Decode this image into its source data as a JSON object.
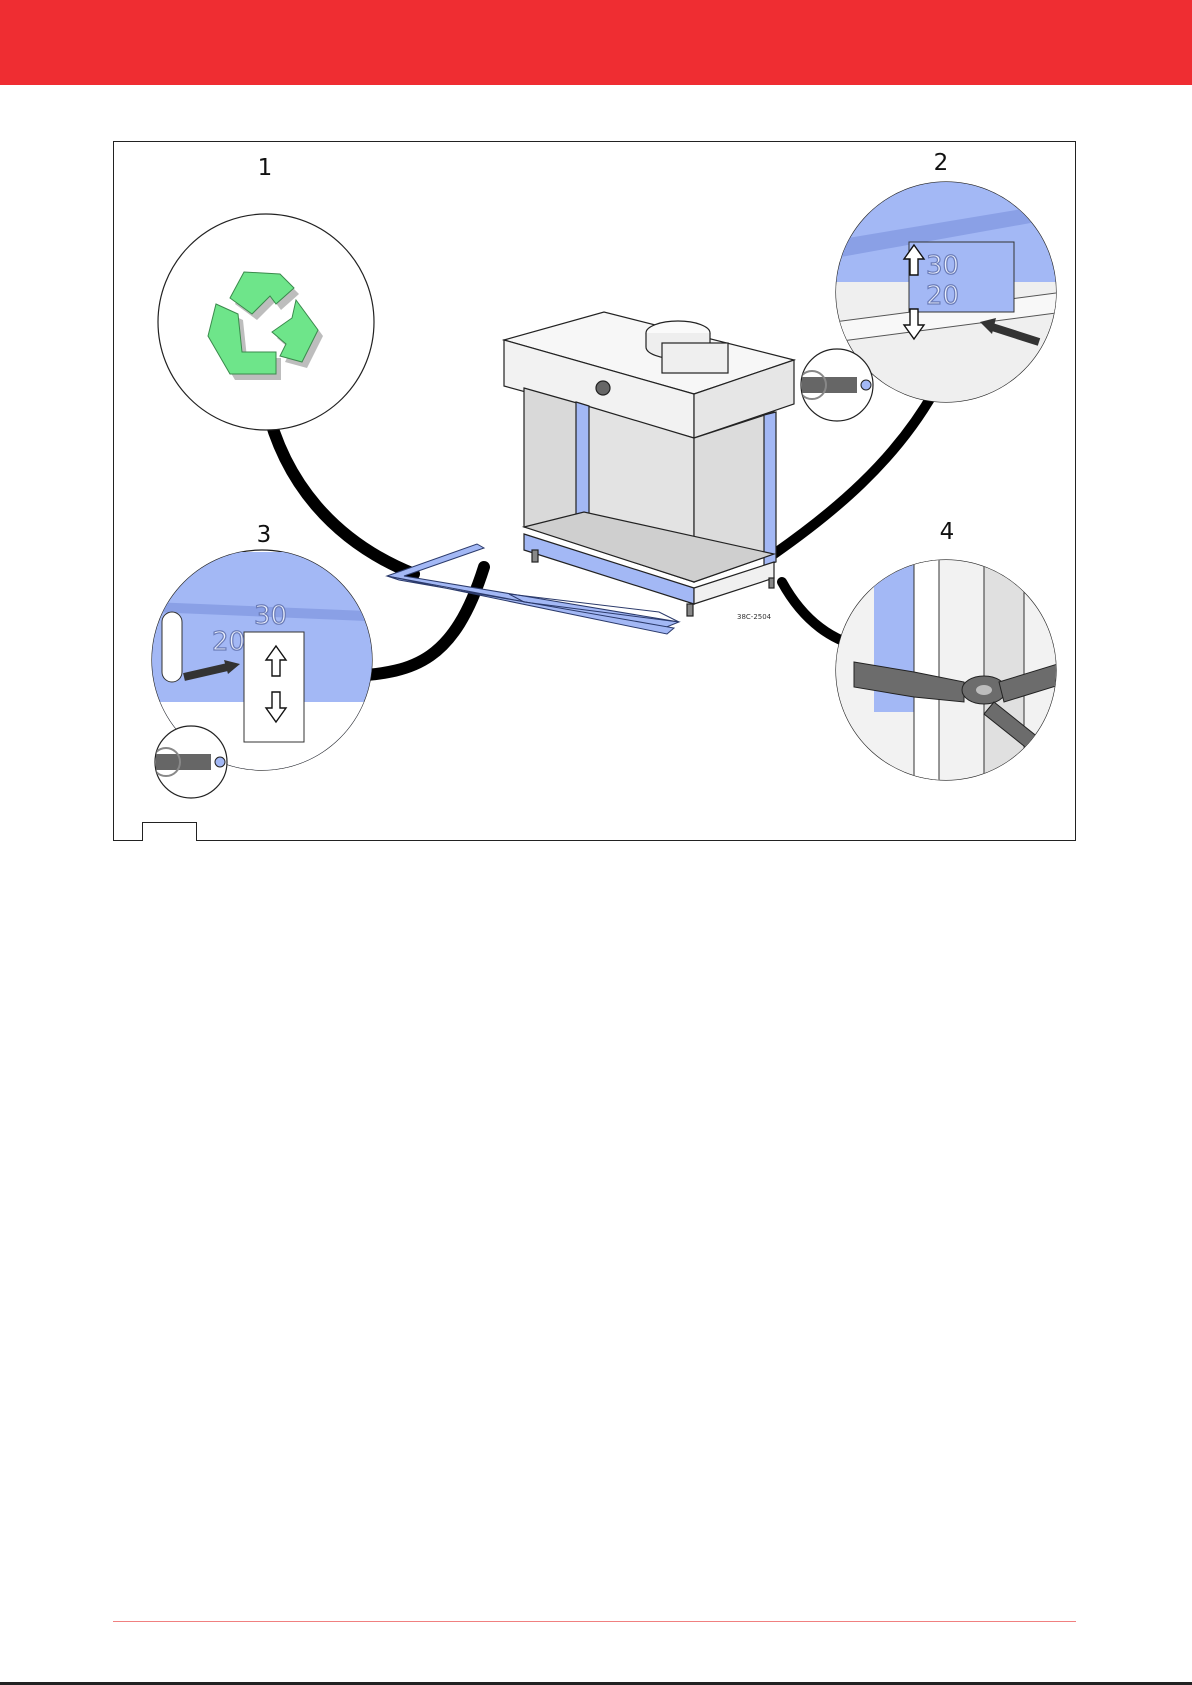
{
  "colors": {
    "brand_red": "#ef2d32",
    "highlight_blue": "#a3b8f5",
    "recycle_green": "#6ee58a",
    "footer_rule": "#f08080"
  },
  "figure": {
    "steps": [
      {
        "number": "1",
        "icon": "recycle-icon"
      },
      {
        "number": "2",
        "icon": "adjustment-slot-detail"
      },
      {
        "number": "3",
        "icon": "adjustment-slot-detail"
      },
      {
        "number": "4",
        "icon": "pliers-icon"
      }
    ],
    "scale_labels": {
      "upper": "30",
      "lower": "20"
    },
    "drawing_code": "38C-2504"
  }
}
